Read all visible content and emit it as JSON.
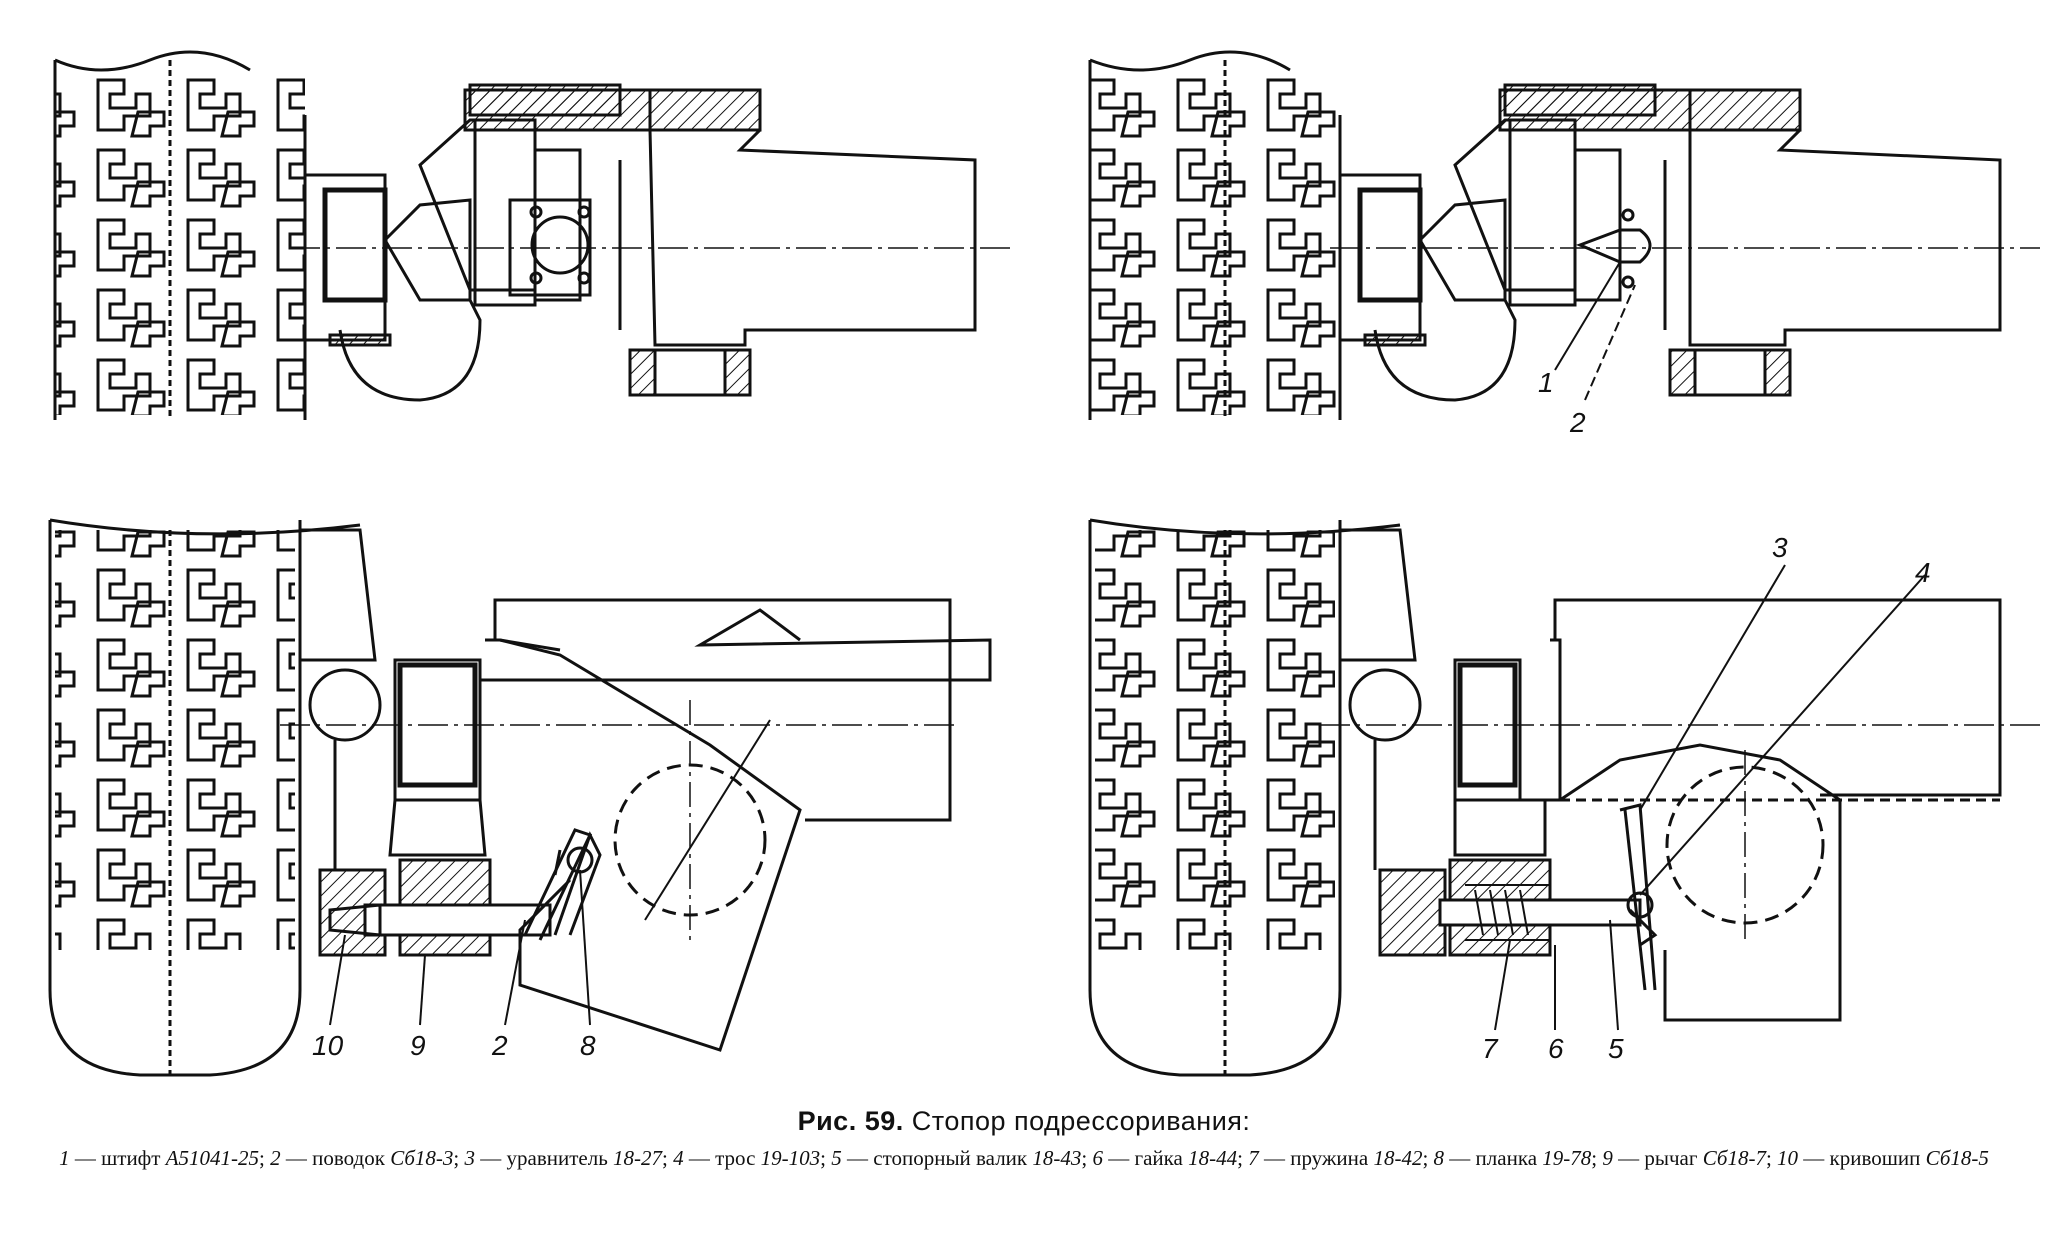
{
  "caption": {
    "figure_label": "Рис. 59.",
    "figure_title": "Стопор подрессоривания:"
  },
  "legend_items": [
    {
      "num": "1",
      "name": "штифт",
      "code": "А51041-25"
    },
    {
      "num": "2",
      "name": "поводок",
      "code": "Сб18-3"
    },
    {
      "num": "3",
      "name": "уравнитель",
      "code": "18-27"
    },
    {
      "num": "4",
      "name": "трос",
      "code": "19-103"
    },
    {
      "num": "5",
      "name": "стопорный валик",
      "code": "18-43"
    },
    {
      "num": "6",
      "name": "гайка",
      "code": "18-44"
    },
    {
      "num": "7",
      "name": "пружина",
      "code": "18-42"
    },
    {
      "num": "8",
      "name": "планка",
      "code": "19-78"
    },
    {
      "num": "9",
      "name": "рычаг",
      "code": "Сб18-7"
    },
    {
      "num": "10",
      "name": "кривошип",
      "code": "Сб18-5"
    }
  ],
  "callouts": {
    "top_right": [
      "1",
      "2"
    ],
    "bottom_left": [
      "10",
      "9",
      "2",
      "8"
    ],
    "bottom_right": [
      "3",
      "4",
      "7",
      "6",
      "5"
    ]
  },
  "colors": {
    "ink": "#111111",
    "paper": "#ffffff"
  }
}
